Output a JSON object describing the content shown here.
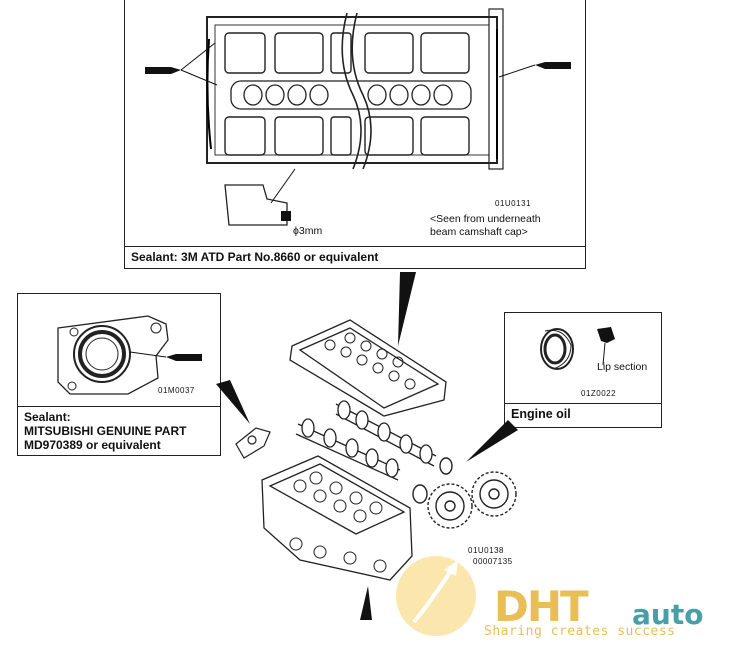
{
  "top_box": {
    "figure_code": "01U0131",
    "note_line1": "<Seen from underneath",
    "note_line2": "beam camshaft cap>",
    "dimension": "ϕ3mm",
    "caption": "Sealant: 3M ATD Part No.8660 or equivalent"
  },
  "left_box": {
    "figure_code": "01M0037",
    "caption_line1": "Sealant:",
    "caption_line2": "MITSUBISHI GENUINE PART",
    "caption_line3": "MD970389 or equivalent"
  },
  "right_box": {
    "figure_code": "01Z0022",
    "label": "Lip section",
    "caption": "Engine oil"
  },
  "main_figure": {
    "code1": "01U0138",
    "code2": "00007135"
  },
  "watermark": {
    "brand_left": "DHT",
    "brand_right": "auto",
    "slogan": "Sharing creates success",
    "accent_color": "#f5c84a",
    "teal_color": "#2a8f9a"
  }
}
